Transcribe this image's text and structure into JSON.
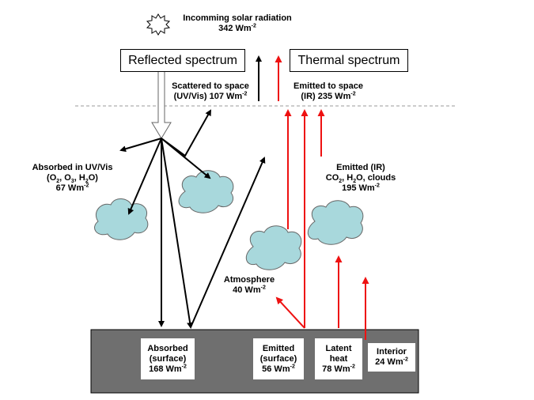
{
  "incoming": {
    "title": "Incomming solar radiation",
    "value": "342 Wm",
    "exp": "-2"
  },
  "boxes": {
    "reflected": "Reflected spectrum",
    "thermal": "Thermal spectrum"
  },
  "scattered": {
    "line1": "Scattered to space",
    "line2": "(UV/Vis) 107 Wm",
    "exp": "-2"
  },
  "emitted_space": {
    "line1": "Emitted to space",
    "line2": "(IR) 235 Wm",
    "exp": "-2"
  },
  "absorbed_uv": {
    "line1": "Absorbed in UV/Vis",
    "line2_a": "(O",
    "line2_b": ", O",
    "line2_c": ", H",
    "line2_d": "O)",
    "sub2": "2",
    "sub3": "3",
    "subh": "2",
    "line3": "67 Wm",
    "exp": "-2"
  },
  "emitted_ir": {
    "line1": "Emitted  (IR)",
    "line2_a": "CO",
    "line2_b": ", H",
    "line2_c": "O, clouds",
    "sub1": "2",
    "sub2": "2",
    "line3": "195 Wm",
    "exp": "-2"
  },
  "atmosphere": {
    "line1": "Atmosphere",
    "line2": "40 Wm",
    "exp": "-2"
  },
  "surface_boxes": {
    "absorbed": {
      "line1": "Absorbed",
      "line2": "(surface)",
      "line3": "168 Wm",
      "exp": "-2"
    },
    "emitted": {
      "line1": "Emitted",
      "line2": "(surface)",
      "line3": "56 Wm",
      "exp": "-2"
    },
    "latent": {
      "line1": "Latent",
      "line2": "heat",
      "line3": "78 Wm",
      "exp": "-2"
    },
    "interior": {
      "line1": "Interior",
      "line2": "24 Wm",
      "exp": "-2"
    }
  },
  "colors": {
    "surface": "#6f6f6f",
    "cloud": "#a8d8dc",
    "thermal_arrow": "#ee1111",
    "reflected_arrow": "#000000"
  }
}
